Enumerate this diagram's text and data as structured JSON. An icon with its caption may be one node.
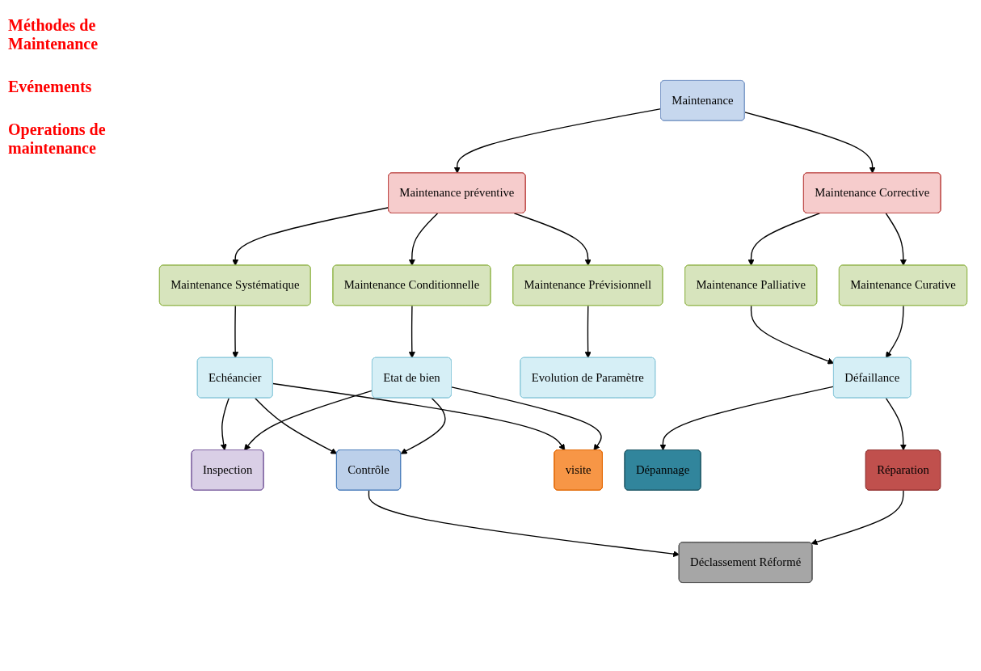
{
  "diagram": {
    "nodes": [
      {
        "text": [
          "Maintenance"
        ]
      },
      {
        "text": [
          "Maintenance préventive"
        ]
      },
      {
        "text": [
          "Maintenance Corrective"
        ]
      },
      {
        "text": [
          "Maintenance Systématique"
        ]
      },
      {
        "text": [
          "Maintenance Conditionnelle"
        ]
      },
      {
        "text": [
          "Maintenance Prévisionnell"
        ]
      },
      {
        "text": [
          "Maintenance Palliative"
        ]
      },
      {
        "text": [
          "Maintenance Curative"
        ]
      },
      {
        "text": [
          "Echéancier"
        ]
      },
      {
        "text": [
          "Etat de bien"
        ]
      },
      {
        "text": [
          "Evolution de Paramètre"
        ]
      },
      {
        "text": [
          "Défaillance"
        ]
      },
      {
        "text": [
          "Inspection"
        ]
      },
      {
        "text": [
          "Contrôle"
        ]
      },
      {
        "text": [
          "visite"
        ]
      },
      {
        "text": [
          "Dépannage"
        ]
      },
      {
        "text": [
          "Réparation"
        ]
      },
      {
        "text": [
          "Déclassement Réformé"
        ]
      }
    ],
    "edges": [
      {
        "from": 0,
        "to": 1,
        "arrow": "to"
      },
      {
        "from": 0,
        "to": 2,
        "arrow": "to"
      },
      {
        "from": 1,
        "to": 3,
        "arrow": "to"
      },
      {
        "from": 1,
        "to": 4,
        "arrow": "to"
      },
      {
        "from": 1,
        "to": 5,
        "arrow": "to"
      },
      {
        "from": 2,
        "to": 6,
        "arrow": "to"
      },
      {
        "from": 2,
        "to": 7,
        "arrow": "to"
      },
      {
        "from": 3,
        "to": 8,
        "arrow": "to"
      },
      {
        "from": 4,
        "to": 9,
        "arrow": "to"
      },
      {
        "from": 5,
        "to": 10,
        "arrow": "to"
      },
      {
        "from": 6,
        "to": 11,
        "arrow": "to"
      },
      {
        "from": 7,
        "to": 11,
        "arrow": "to"
      },
      {
        "from": 8,
        "to": 12,
        "arrow": "to"
      },
      {
        "from": 8,
        "to": 13,
        "arrow": "to"
      },
      {
        "from": 8,
        "to": 14,
        "arrow": "to"
      },
      {
        "from": 9,
        "to": 12,
        "arrow": "to"
      },
      {
        "from": 9,
        "to": 13,
        "arrow": "to"
      },
      {
        "from": 9,
        "to": 14,
        "arrow": "to"
      },
      {
        "from": 11,
        "to": 15,
        "arrow": "to"
      },
      {
        "from": 11,
        "to": 16,
        "arrow": "to"
      },
      {
        "from": 13,
        "to": 17,
        "arrow": "to"
      },
      {
        "from": 16,
        "to": 17,
        "arrow": "to"
      }
    ],
    "labels": [
      "Méthodes de Maintenance",
      "Evénements",
      "Operations de maintenance"
    ]
  }
}
